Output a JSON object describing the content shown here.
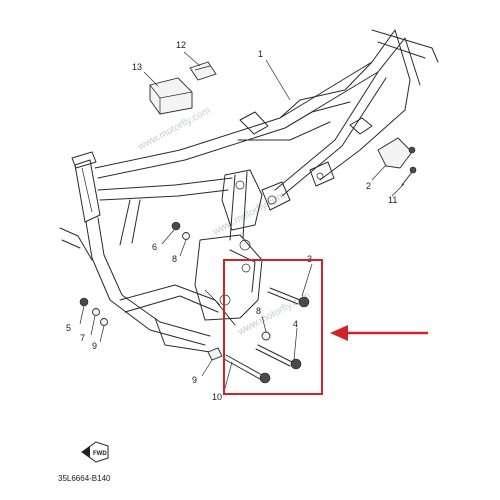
{
  "diagram": {
    "part_code": "35L6664-B140",
    "fwd_label": "FWD",
    "watermark": "www.motorfly.com",
    "highlight_color": "#d2232a",
    "callouts": [
      {
        "id": "c1",
        "text": "1"
      },
      {
        "id": "c2",
        "text": "2"
      },
      {
        "id": "c3",
        "text": "3"
      },
      {
        "id": "c4",
        "text": "4"
      },
      {
        "id": "c5",
        "text": "5"
      },
      {
        "id": "c6",
        "text": "6"
      },
      {
        "id": "c7",
        "text": "7"
      },
      {
        "id": "c8a",
        "text": "8"
      },
      {
        "id": "c8b",
        "text": "8"
      },
      {
        "id": "c9a",
        "text": "9"
      },
      {
        "id": "c9b",
        "text": "9"
      },
      {
        "id": "c10",
        "text": "10"
      },
      {
        "id": "c11",
        "text": "11"
      },
      {
        "id": "c12",
        "text": "12"
      },
      {
        "id": "c13",
        "text": "13"
      }
    ]
  }
}
